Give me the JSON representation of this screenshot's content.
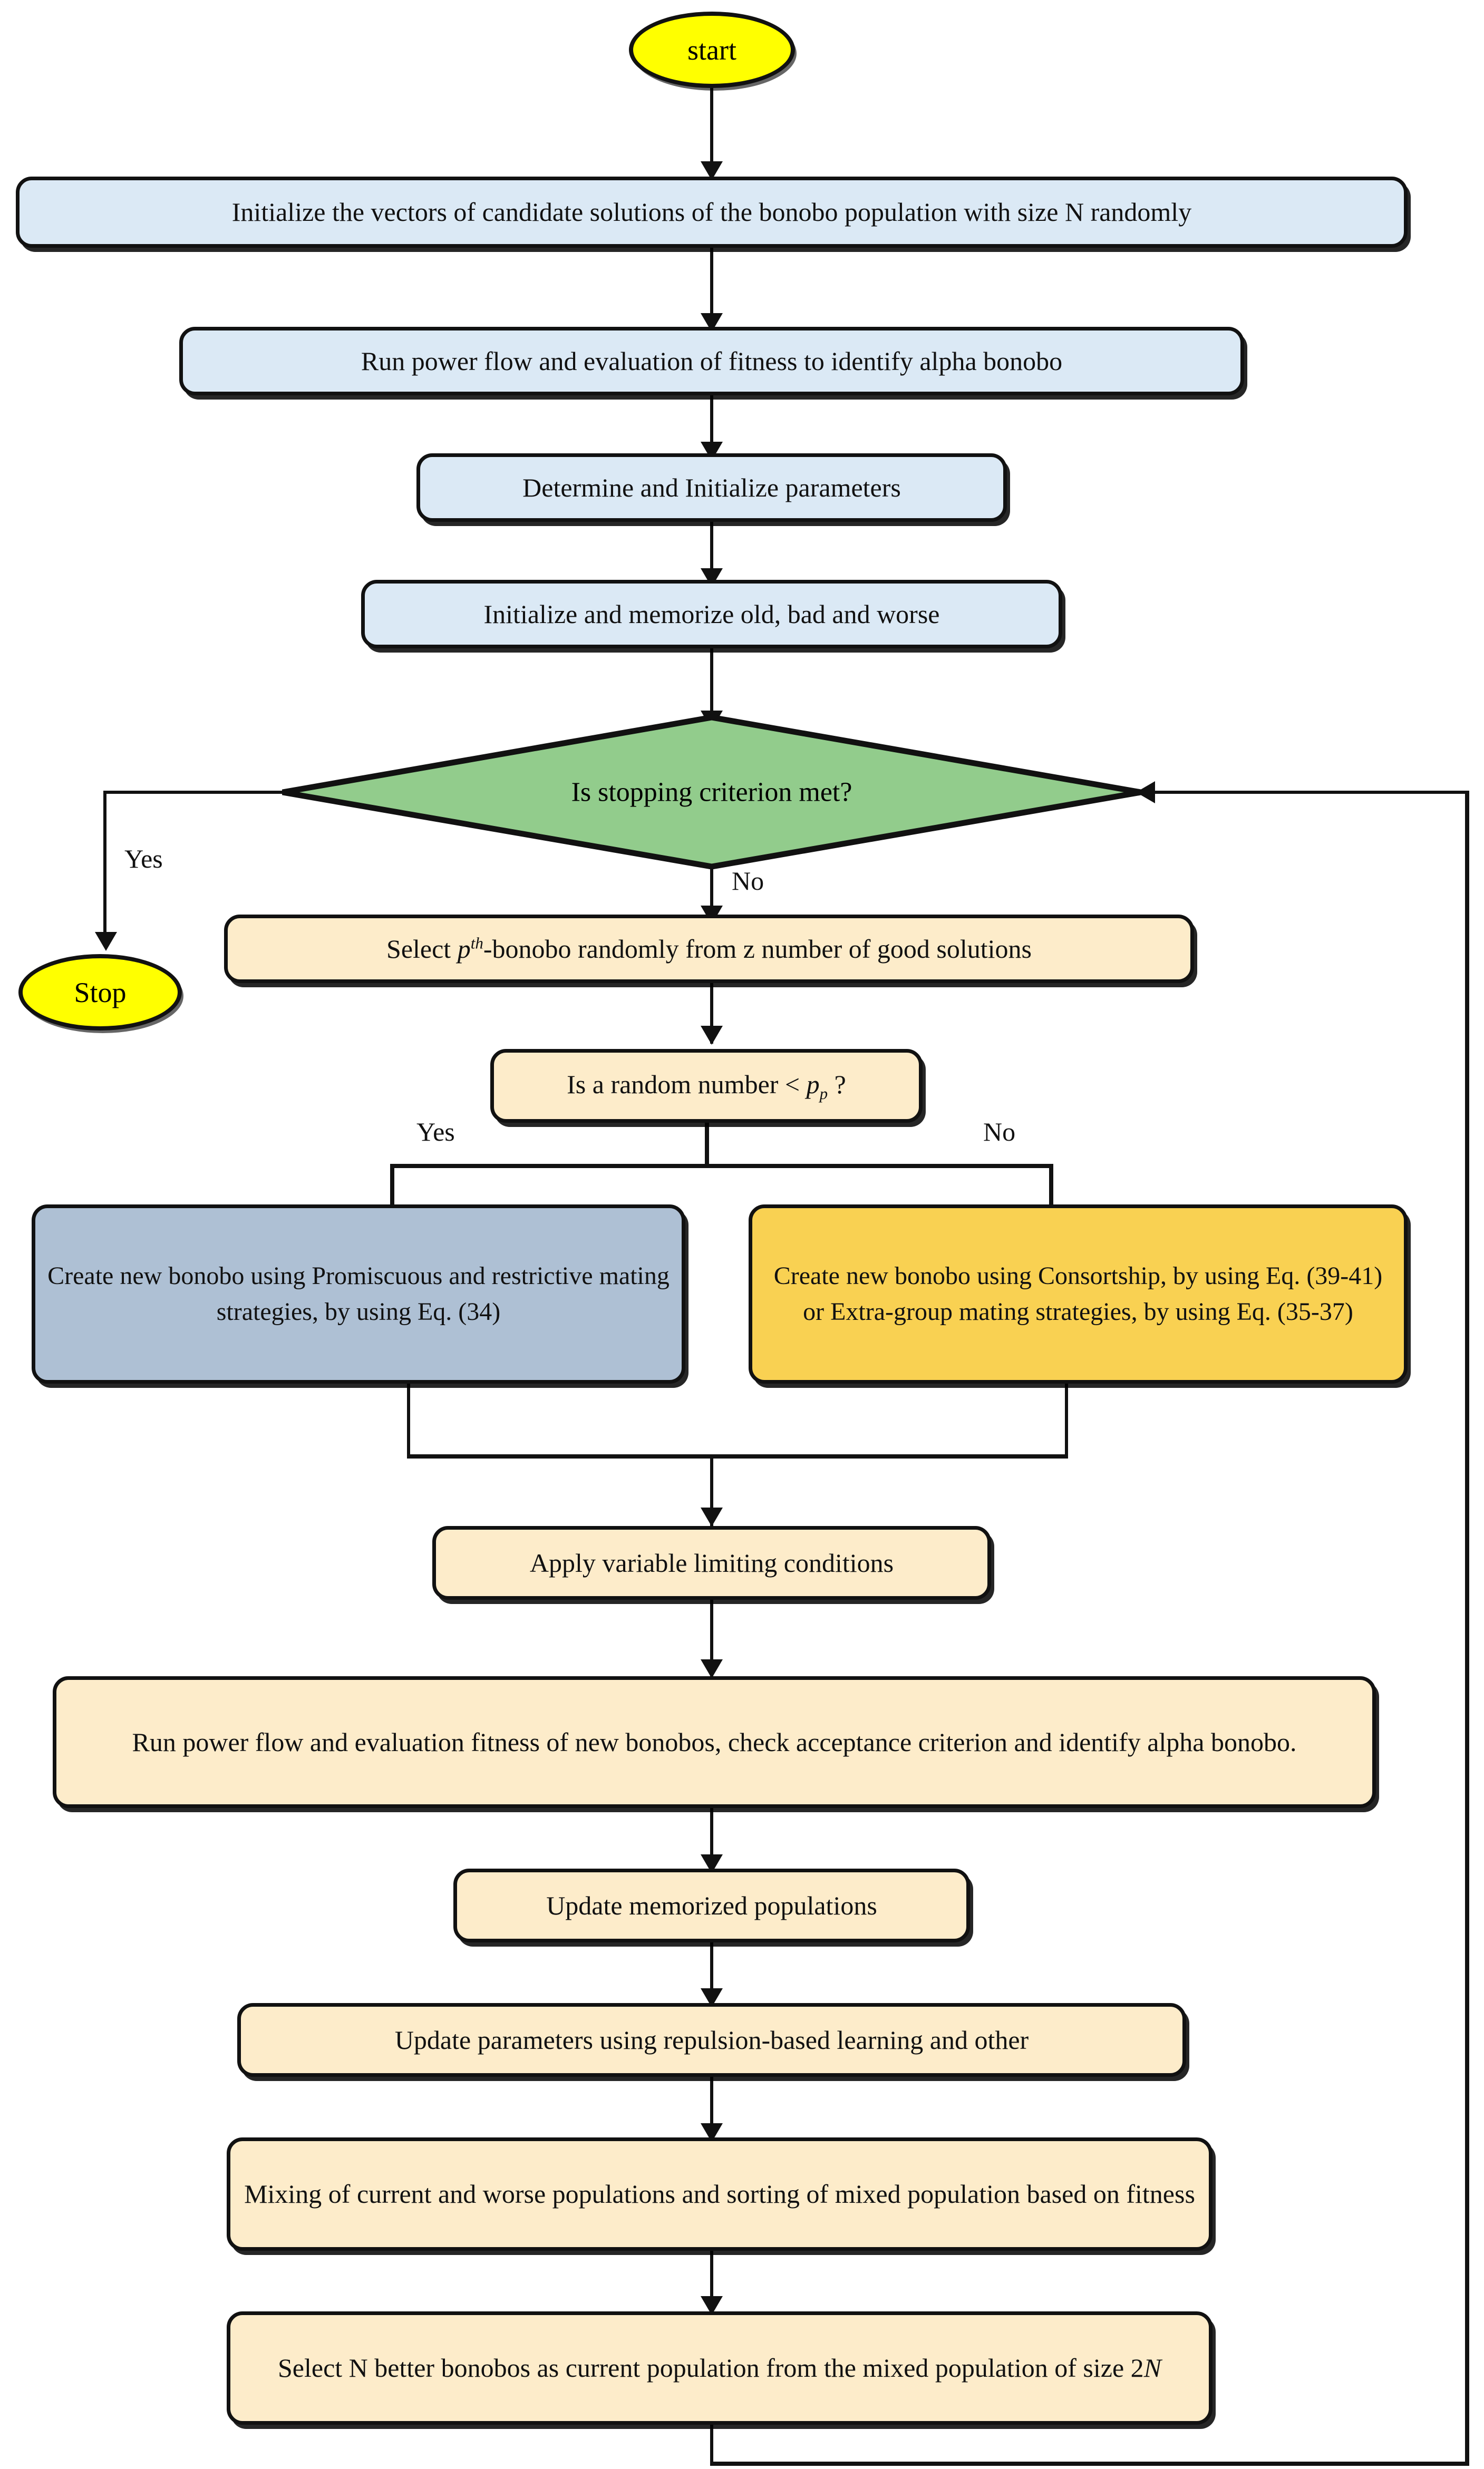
{
  "diagram": {
    "title": "Bonobo optimizer algorithm flowchart",
    "colors": {
      "terminator": "#FFFF00",
      "process_blue": "#DBE9F5",
      "process_cream": "#FDECCA",
      "process_steel": "#AEC0D4",
      "process_amber": "#F9D152",
      "decision_green": "#92CC8C",
      "outline": "#111111"
    },
    "nodes": {
      "start": "start",
      "init_population": "Initialize the vectors of candidate solutions of the bonobo population with size N randomly",
      "run_power_flow_alpha": "Run power flow and evaluation of fitness to identify alpha bonobo",
      "determine_params": "Determine and Initialize parameters",
      "init_memorize": "Initialize and memorize old, bad and worse",
      "stopping_criterion": "Is stopping criterion met?",
      "stop": "Stop",
      "select_pth_bonobo_pre": "Select ",
      "select_pth_bonobo_var": "p",
      "select_pth_bonobo_sup": "th",
      "select_pth_bonobo_post": "-bonobo randomly from z number of good solutions",
      "random_number_pre": "Is a random number < ",
      "random_number_var": "p",
      "random_number_sub": "p",
      "random_number_post": " ?",
      "promiscuous_box": "Create new bonobo using Promiscuous and restrictive mating strategies, by using Eq. (34)",
      "consortship_box": "Create new bonobo using Consortship, by using Eq. (39-41) or Extra-group mating strategies, by using Eq. (35-37)",
      "apply_limits": "Apply variable limiting conditions",
      "run_power_flow_new": "Run power flow and evaluation fitness of new bonobos, check acceptance criterion and identify alpha bonobo.",
      "update_memorized": "Update memorized populations",
      "update_parameters": "Update parameters using repulsion-based learning and other",
      "mixing_populations": "Mixing of current and worse populations and sorting of mixed population based on fitness",
      "select_n_better_pre": "Select N better bonobos as current population from the mixed population of size 2",
      "select_n_better_var": "N"
    },
    "edge_labels": {
      "stopping_yes": "Yes",
      "stopping_no": "No",
      "random_yes": "Yes",
      "random_no": "No"
    }
  }
}
